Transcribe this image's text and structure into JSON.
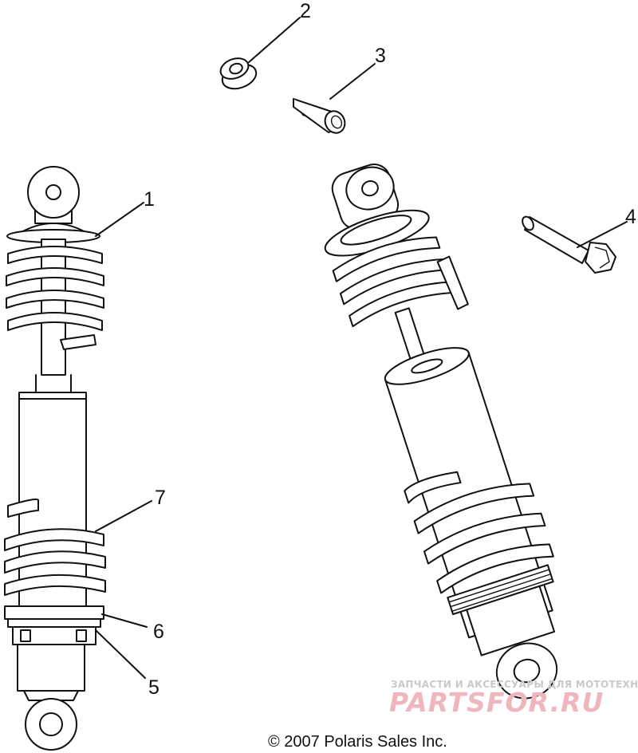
{
  "diagram": {
    "callouts": [
      {
        "id": "1",
        "label": "1"
      },
      {
        "id": "2",
        "label": "2"
      },
      {
        "id": "3",
        "label": "3"
      },
      {
        "id": "4",
        "label": "4"
      },
      {
        "id": "5",
        "label": "5"
      },
      {
        "id": "6",
        "label": "6"
      },
      {
        "id": "7",
        "label": "7"
      }
    ],
    "copyright": "© 2007 Polaris Sales Inc."
  },
  "watermark": {
    "tagline": "ЗАПЧАСТИ И АКСЕССУАРЫ ДЛЯ МОТОТЕХНИКИ",
    "brand": "PARTSFOR.RU",
    "color": "#efb6bd"
  }
}
